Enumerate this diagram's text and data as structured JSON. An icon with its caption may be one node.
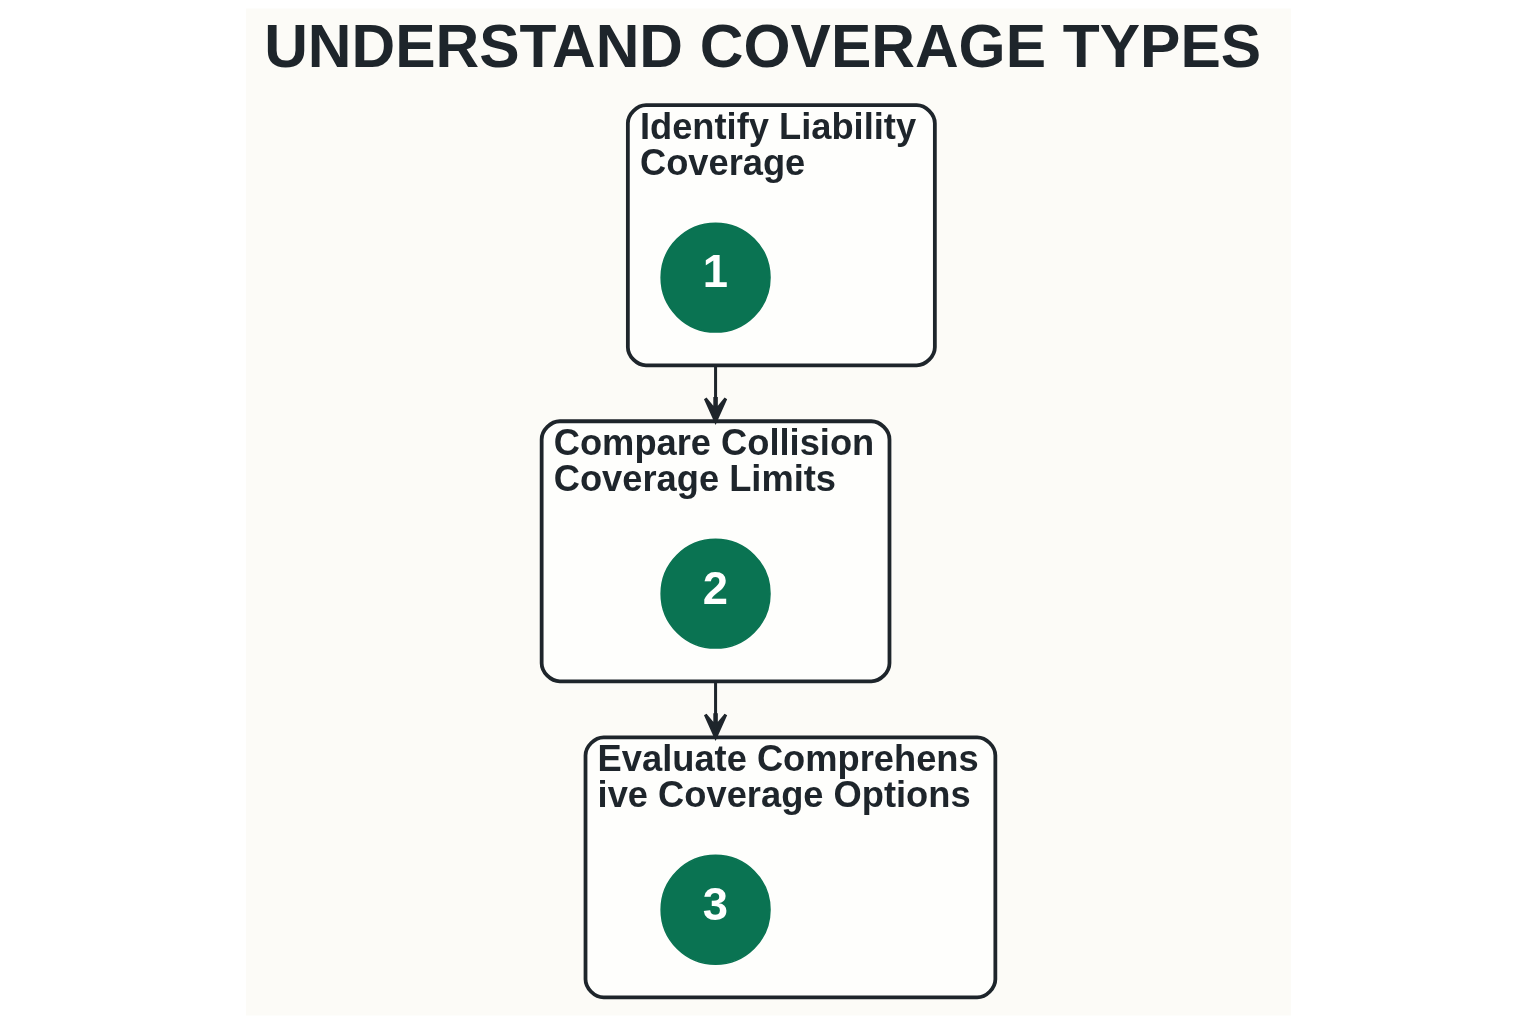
{
  "diagram": {
    "title": "UNDERSTAND COVERAGE TYPES",
    "nodes": [
      {
        "text": [
          "Identify Liability Coverage"
        ]
      },
      {
        "text": [
          "1"
        ],
        "in": 0
      },
      {
        "text": [
          "Compare Collision Coverage Limits"
        ]
      },
      {
        "text": [
          "2"
        ],
        "in": 2
      },
      {
        "text": [
          "Evaluate Comprehens ive Coverage Options"
        ]
      },
      {
        "text": [
          "3"
        ],
        "in": 4
      }
    ],
    "edges": [
      {
        "from": 0,
        "to": 2,
        "arrow": "to"
      },
      {
        "from": 2,
        "to": 4,
        "arrow": "to"
      }
    ]
  }
}
